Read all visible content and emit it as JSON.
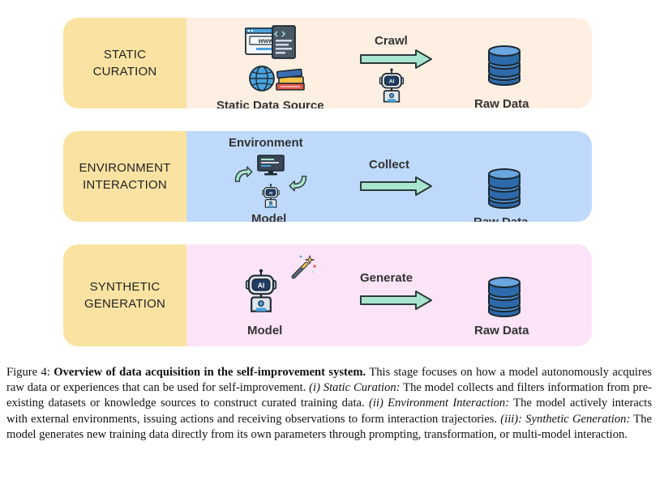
{
  "panels": {
    "static": {
      "label_line1": "STATIC",
      "label_line2": "CURATION",
      "source_label": "Static Data Source",
      "action_label": "Crawl",
      "output_label": "Raw Data",
      "bg": "#fdefe2"
    },
    "environment": {
      "label_line1": "ENVIRONMENT",
      "label_line2": "INTERACTION",
      "env_label": "Environment",
      "model_label": "Model",
      "action_label": "Collect",
      "output_label": "Raw Data",
      "bg": "#bed9fb"
    },
    "synthetic": {
      "label_line1": "SYNTHETIC",
      "label_line2": "GENERATION",
      "model_label": "Model",
      "action_label": "Generate",
      "output_label": "Raw Data",
      "bg": "#fbe4f7"
    }
  },
  "icons": {
    "web_page": "www",
    "robot_badge": "AI"
  },
  "caption": {
    "figure_label": "Figure 4:",
    "bold_title": "Overview of data acquisition in the self-improvement system.",
    "intro": "This stage focuses on how a model autonomously acquires raw data or experiences that can be used for self-improvement.",
    "p1_label": "(i) Static Curation:",
    "p1_text": "The model collects and filters information from pre-existing datasets or knowledge sources to construct curated training data.",
    "p2_label": "(ii) Environment Interaction:",
    "p2_text": "The model actively interacts with external environments, issuing actions and receiving observations to form interaction trajectories.",
    "p3_label": "(iii): Synthetic Generation:",
    "p3_text": "The model generates new training data directly from its own parameters through prompting, transformation, or multi-model interaction."
  },
  "colors": {
    "label_bg": "#fae3a2",
    "arrow_fill": "#a9e4cf",
    "arrow_stroke": "#2b3b3a",
    "database_blue": "#2f6fb0"
  }
}
